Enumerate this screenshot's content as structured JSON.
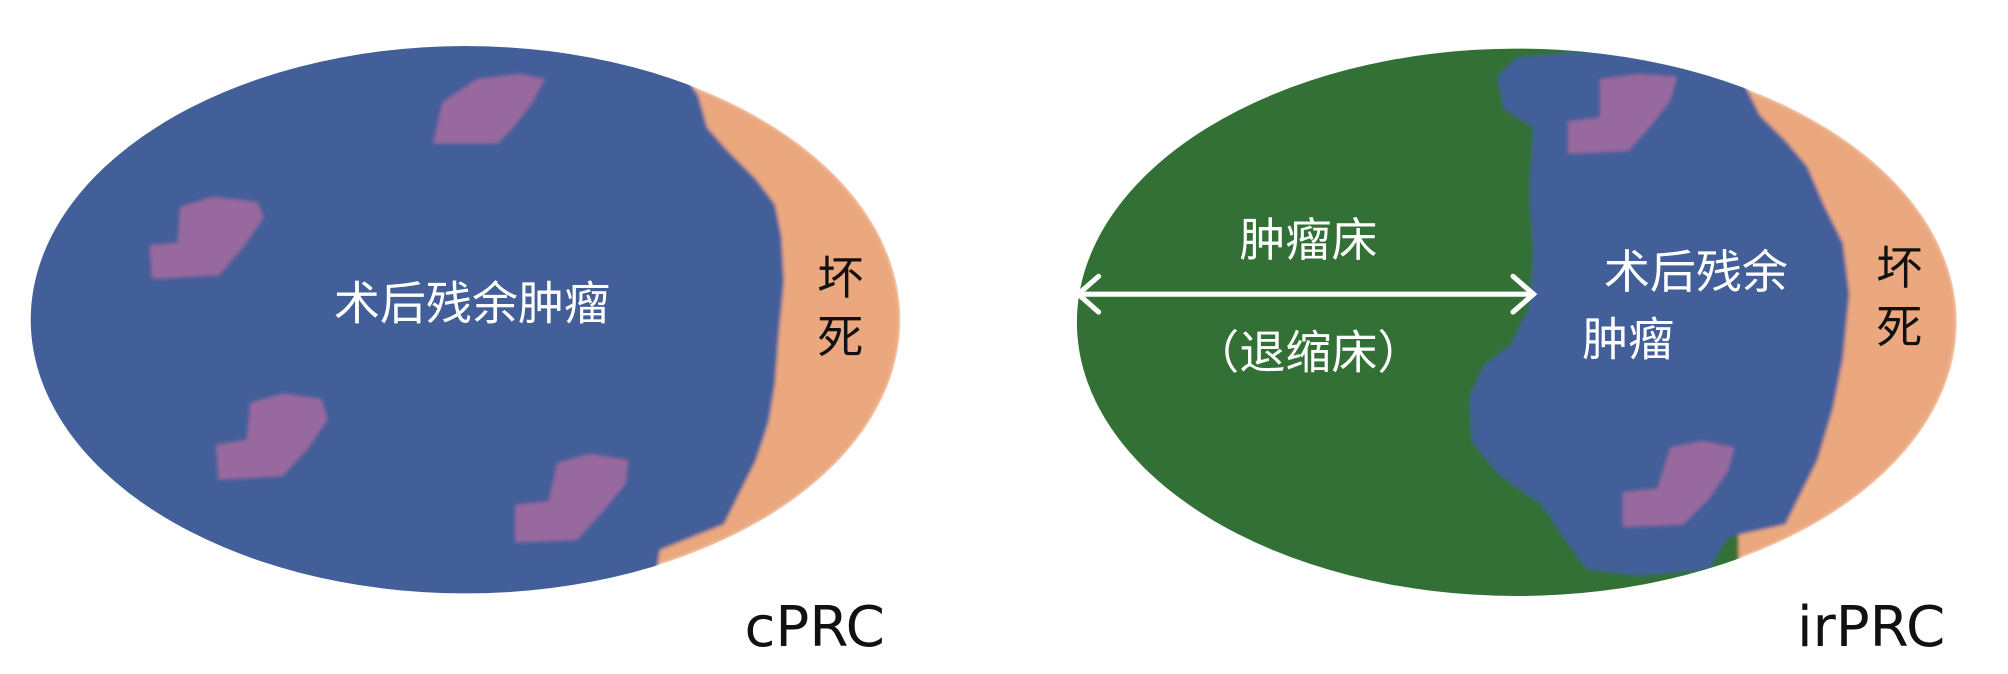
{
  "colors": {
    "tumor": "#425e99",
    "necrosis": "#eba87f",
    "tumor_bed": "#327035",
    "foci": "#98699f",
    "text_light": "#ffffff",
    "text_dark": "#111111"
  },
  "left_panel": {
    "tumor_label": "术后残余肿瘤",
    "necrosis_label_1": "坏",
    "necrosis_label_2": "死",
    "caption": "cPRC"
  },
  "right_panel": {
    "bed_label": "肿瘤床",
    "bed_sublabel": "（退缩床）",
    "tumor_label_1": "术后残余",
    "tumor_label_2": "肿瘤",
    "necrosis_label_1": "坏",
    "necrosis_label_2": "死",
    "caption": "irPRC"
  }
}
